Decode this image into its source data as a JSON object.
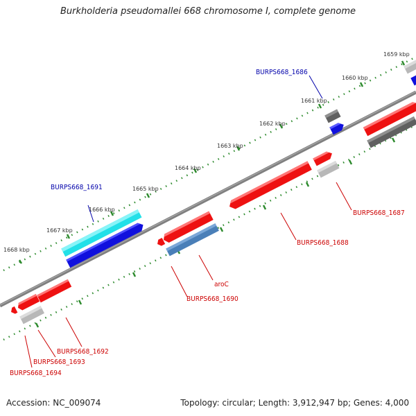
{
  "title": "Burkholderia pseudomallei 668 chromosome I, complete genome",
  "footer": {
    "accession": "Accession: NC_009074",
    "summary": "Topology: circular; Length: 3,912,947 bp; Genes: 4,000"
  },
  "colors": {
    "backbone": "#808080",
    "tick": "#2e8b2e",
    "gene_red": "#ee1111",
    "gene_blue": "#1010dd",
    "gene_cyan": "#22e0e8",
    "gene_steel": "#4a7fb8",
    "gene_dark_gray": "#606060",
    "gene_light_gray": "#b8b8b8",
    "label_red": "#cc0000",
    "label_blue": "#0000aa"
  },
  "scale_labels": [
    "1659 kbp",
    "1660 kbp",
    "1661 kbp",
    "1662 kbp",
    "1663 kbp",
    "1664 kbp",
    "1665 kbp",
    "1666 kbp",
    "1667 kbp",
    "1668 kbp"
  ],
  "gene_labels": {
    "g1686": "BURPS668_1686",
    "g1687": "BURPS668_1687",
    "g1688": "BURPS668_1688",
    "aroC": "aroC",
    "g1690": "BURPS668_1690",
    "g1691": "BURPS668_1691",
    "g1692": "BURPS668_1692",
    "g1693": "BURPS668_1693",
    "g1694": "BURPS668_1694"
  }
}
